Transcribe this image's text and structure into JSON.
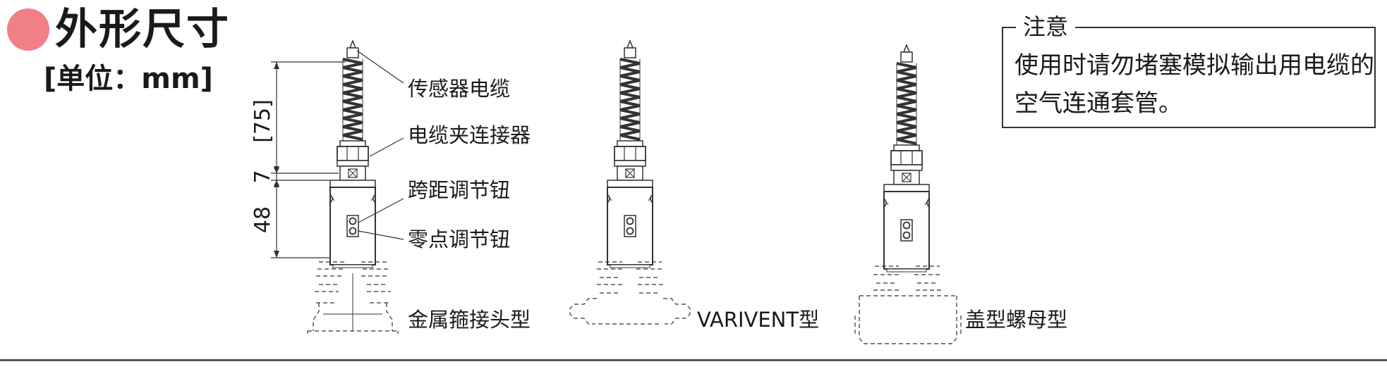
{
  "heading": {
    "title": "外形尺寸",
    "unit": "[单位：mm]"
  },
  "dimensions": {
    "top": "[75]",
    "middle": "7",
    "bottom": "48"
  },
  "callouts": {
    "sensor_cable": "传感器电缆",
    "cable_clamp_connector": "电缆夹连接器",
    "span_adjust_knob": "跨距调节钮",
    "zero_adjust_knob": "零点调节钮"
  },
  "variants": [
    {
      "label": "金属箍接头型"
    },
    {
      "label": "VARIVENT型"
    },
    {
      "label": "盖型螺母型"
    }
  ],
  "note": {
    "title": "注意",
    "text": "使用时请勿堵塞模拟输出用电缆的空气连通套管。"
  },
  "colors": {
    "accent": "#f07f86",
    "line": "#333333"
  }
}
